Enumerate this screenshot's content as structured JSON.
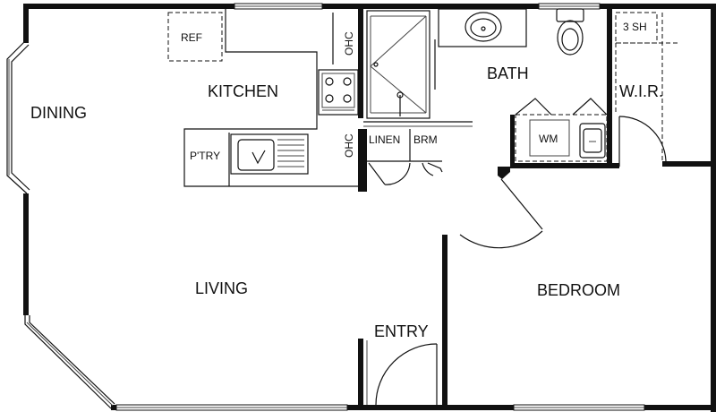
{
  "rooms": {
    "dining": "DINING",
    "kitchen": "KITCHEN",
    "living": "LIVING",
    "entry": "ENTRY",
    "bath": "BATH",
    "wir": "W.I.R.",
    "bedroom": "BEDROOM"
  },
  "fixtures": {
    "ref": "REF",
    "ohc_top": "OHC",
    "ohc_bottom": "OHC",
    "pantry": "P'TRY",
    "linen": "LINEN",
    "broom": "BRM",
    "washing_machine": "WM",
    "shelves": "3 SH"
  }
}
